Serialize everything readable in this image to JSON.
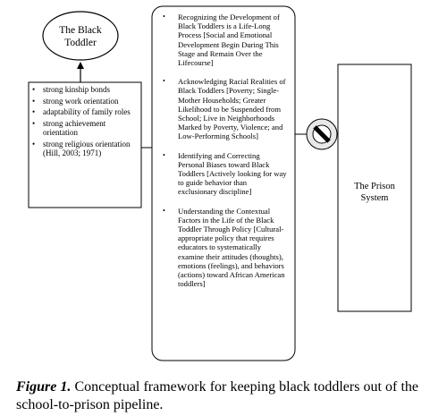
{
  "oval": {
    "label": "The Black Toddler"
  },
  "left_box": {
    "bullet": "•",
    "items": [
      "strong kinship bonds",
      "strong work orientation",
      "adaptability of family roles",
      "strong achievement orientation",
      "strong religious orientation (Hill, 2003; 1971)"
    ]
  },
  "middle_box": {
    "bullet": "•",
    "items": [
      "Recognizing the Development of Black Toddlers is a Life-Long Process [Social and Emotional Development Begin During This Stage and Remain Over the Lifecourse]",
      "Acknowledging Racial Realities of Black Toddlers [Poverty; Single-Mother Households; Greater Likelihood to be Suspended from School; Live in Neighborhoods Marked by Poverty, Violence; and Low-Performing Schools]",
      "Identifying and Correcting Personal Biases toward Black Toddlers [Actively looking for way to guide behavior than exclusionary discipline]",
      "Understanding the Contextual Factors in the Life of the Black Toddler Through Policy [Cultural-appropriate policy that requires educators to systematically examine their attitudes (thoughts), emotions (feelings), and behaviors (actions) toward African American toddlers]"
    ]
  },
  "right_box": {
    "label": "The Prison System"
  },
  "caption": {
    "label": "Figure 1.",
    "text": "Conceptual framework for keeping black toddlers out of the school-to-prison pipeline."
  }
}
